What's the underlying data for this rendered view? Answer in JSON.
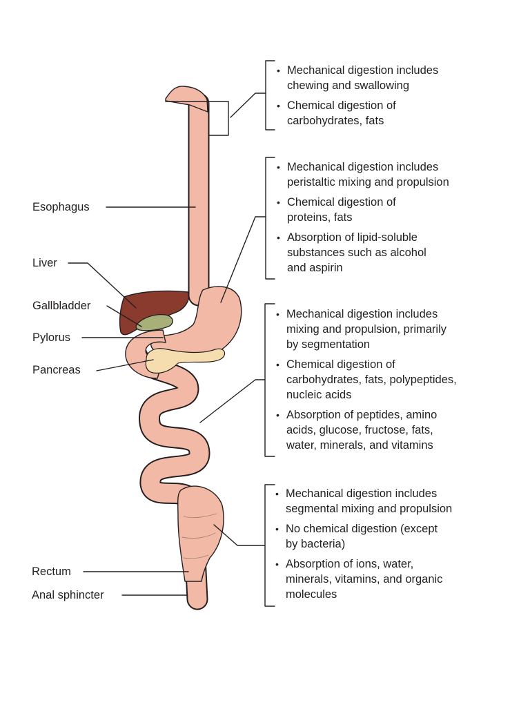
{
  "colors": {
    "tract_fill": "#f1b9a6",
    "tract_stroke": "#231f20",
    "liver_fill": "#8b3a2e",
    "gallbladder_fill": "#a8b07a",
    "pancreas_fill": "#f6ddb0",
    "leader_line": "#231f20",
    "text": "#231f20"
  },
  "labels": {
    "esophagus": "Esophagus",
    "liver": "Liver",
    "gallbladder": "Gallbladder",
    "pylorus": "Pylorus",
    "pancreas": "Pancreas",
    "rectum": "Rectum",
    "anal_sphincter": "Anal sphincter"
  },
  "notes": [
    {
      "region": "mouth",
      "items": [
        "Mechanical digestion includes\nchewing and swallowing",
        "Chemical digestion of\ncarbohydrates, fats"
      ]
    },
    {
      "region": "stomach",
      "items": [
        "Mechanical digestion includes\nperistaltic mixing and propulsion",
        "Chemical digestion of\nproteins, fats",
        "Absorption of lipid-soluble\nsubstances such as alcohol\nand aspirin"
      ]
    },
    {
      "region": "small-intestine",
      "items": [
        "Mechanical digestion includes\nmixing and propulsion, primarily\nby segmentation",
        "Chemical digestion of\ncarbohydrates, fats, polypeptides,\nnucleic acids",
        "Absorption of peptides, amino\nacids, glucose, fructose, fats,\nwater, minerals, and vitamins"
      ]
    },
    {
      "region": "large-intestine",
      "items": [
        "Mechanical digestion includes\nsegmental mixing and propulsion",
        "No chemical digestion (except\nby bacteria)",
        "Absorption of ions, water,\nminerals, vitamins, and organic\nmolecules"
      ]
    }
  ]
}
